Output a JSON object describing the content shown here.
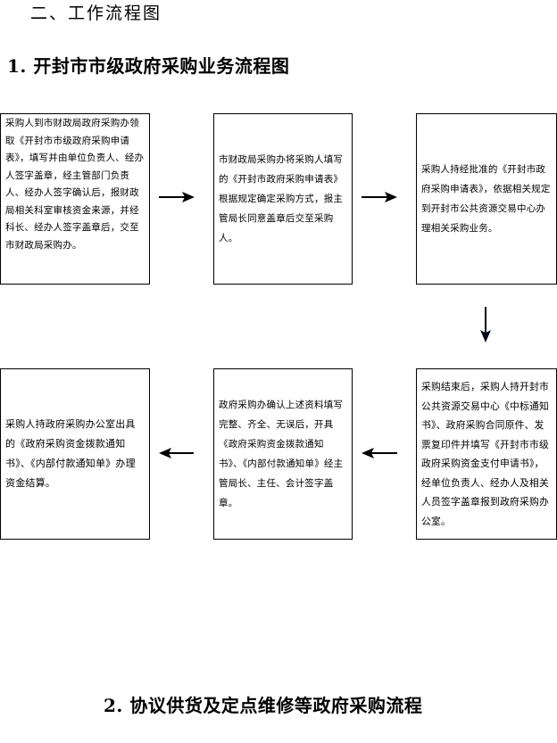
{
  "section_heading": "二、工作流程图",
  "subheading_1": "1. 开封市市级政府采购业务流程图",
  "subheading_2": "2. 协议供货及定点维修等政府采购流程",
  "flowchart": {
    "steps": [
      {
        "id": 1,
        "text": "采购人到市财政局政府采购办领取《开封市市级政府采购申请表》，填写并由单位负责人、经办人签字盖章，经主管部门负责人、经办人签字确认后，报财政局相关科室审核资金来源，并经科长、经办人签字盖章后，交至市财政局采购办。"
      },
      {
        "id": 2,
        "text": "市财政局采购办将采购人填写的《开封市政府采购申请表》根据规定确定采购方式，报主管局长同意盖章后交至采购人。"
      },
      {
        "id": 3,
        "text": "采购人持经批准的《开封市政府采购申请表》，依据相关规定到开封市公共资源交易中心办理相关采购业务。"
      },
      {
        "id": 4,
        "text": "采购结束后，采购人持开封市公共资源交易中心《中标通知书》、政府采购合同原件、发票复印件并填写《开封市市级政府采购资金支付申请书》，经单位负责人、经办人及相关人员签字盖章报到政府采购办公室。"
      },
      {
        "id": 5,
        "text": "政府采购办确认上述资料填写完整、齐全、无误后，开具《政府采购资金拨款通知书》、《内部付款通知单》经主管局长、主任、会计签字盖章。"
      },
      {
        "id": 6,
        "text": "采购人持政府采购办公室出具的《政府采购资金拨款通知书》、《内部付款通知单》办理资金结算。"
      }
    ],
    "edges": [
      {
        "from": 1,
        "to": 2,
        "direction": "right"
      },
      {
        "from": 2,
        "to": 3,
        "direction": "right"
      },
      {
        "from": 3,
        "to": 4,
        "direction": "down"
      },
      {
        "from": 4,
        "to": 5,
        "direction": "left"
      },
      {
        "from": 5,
        "to": 6,
        "direction": "left"
      }
    ],
    "line_color": "#000000",
    "arrow_color": "#0a0a1e"
  }
}
